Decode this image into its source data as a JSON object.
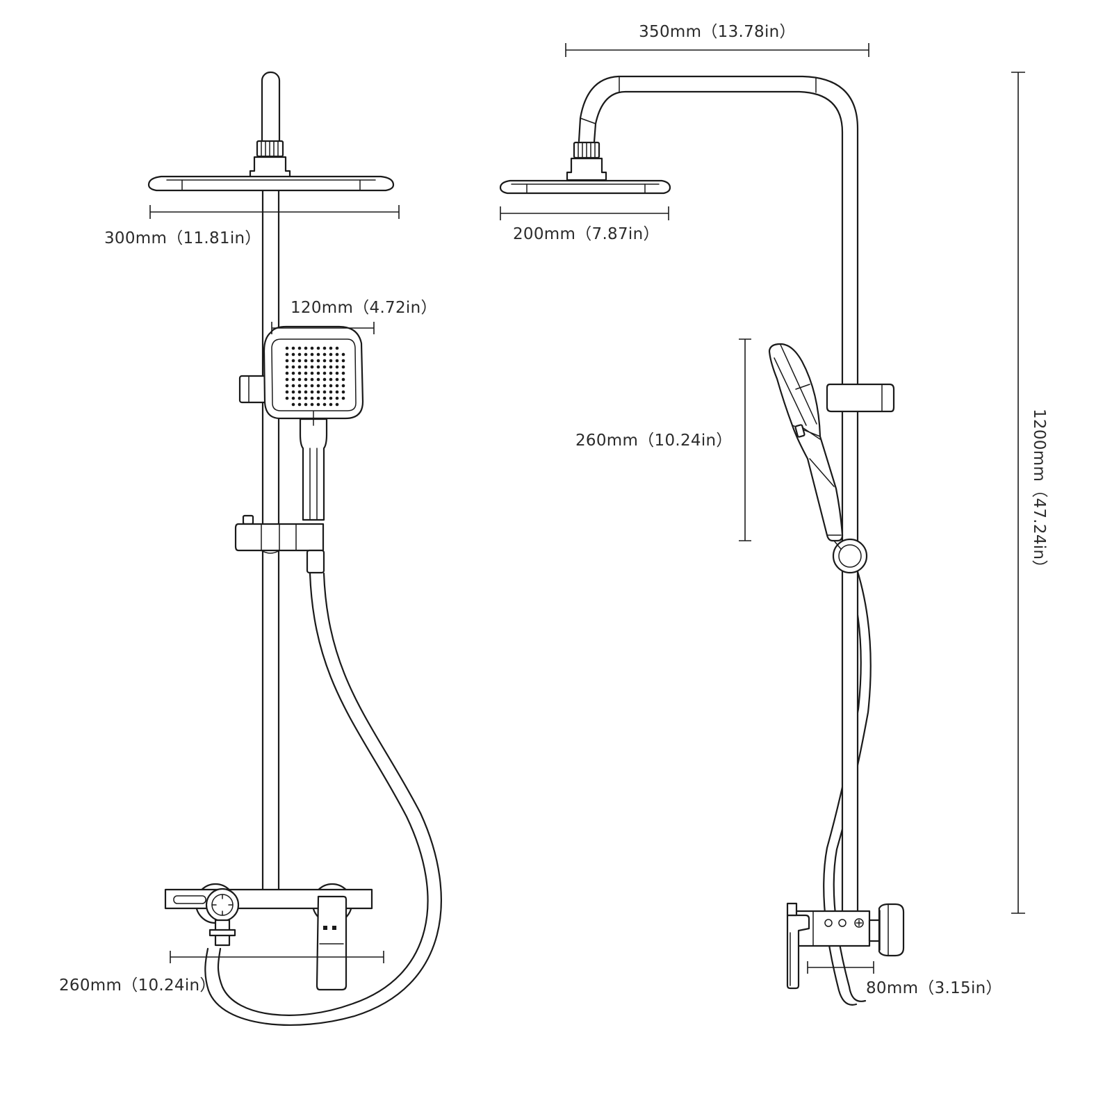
{
  "dimensions": {
    "top_width": "350mm（13.78in）",
    "front_overhead_head": "300mm（11.81in）",
    "side_overhead_head": "200mm（7.87in）",
    "hand_shower_width": "120mm（4.72in）",
    "hand_shower_length": "260mm（10.24in）",
    "total_height": "1200mm（47.24in）",
    "mixer_width": "260mm（10.24in）",
    "wall_depth": "80mm（3.15in）"
  },
  "colors": {
    "line": "#1a1a1a",
    "text": "#2b2b2b",
    "background": "#ffffff"
  }
}
